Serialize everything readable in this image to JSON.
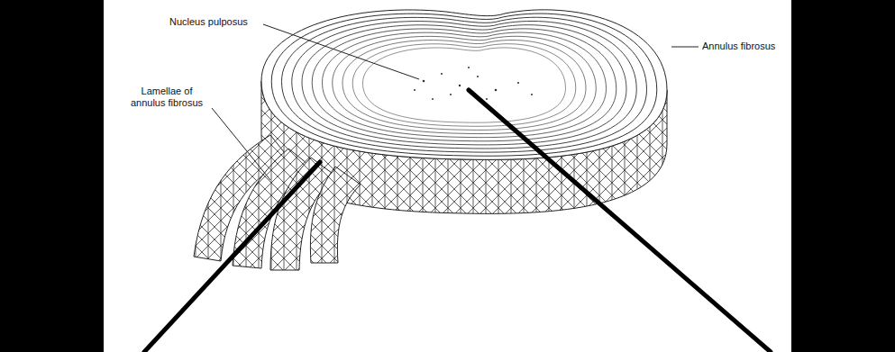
{
  "diagram": {
    "labels": [
      "Nucleus pulposus",
      "Lamellae of annulus fibrosus",
      "Annulus fibrosus"
    ]
  }
}
